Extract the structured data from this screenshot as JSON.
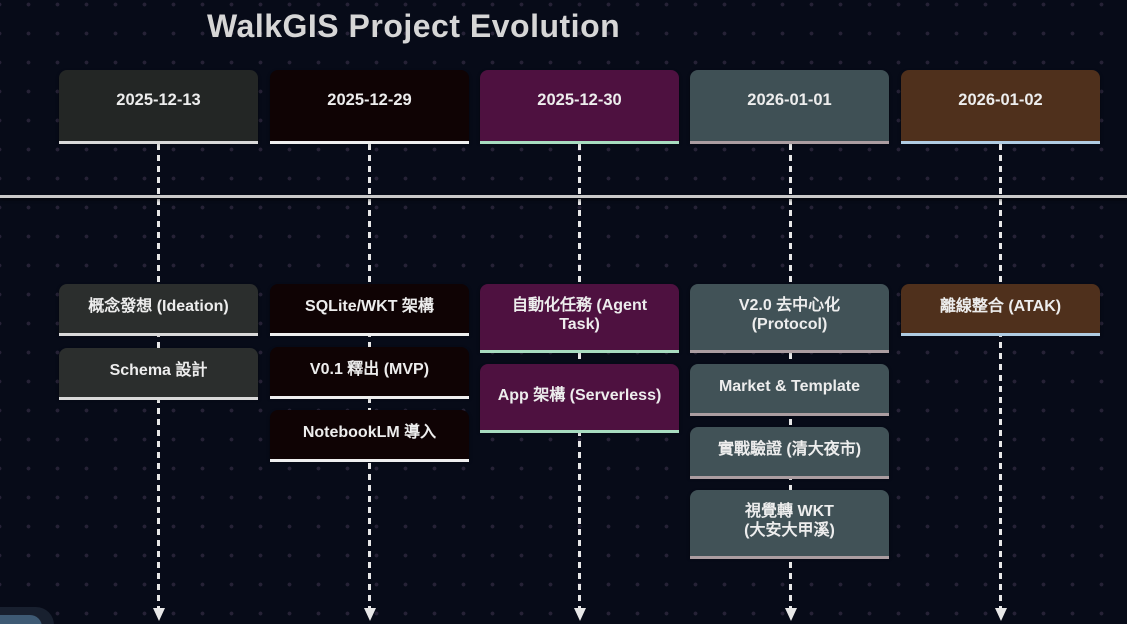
{
  "title": "WalkGIS Project Evolution",
  "palette": {
    "background": "#070b18",
    "dot_grid": "#262236",
    "axis_line": "#c9c9c9",
    "dashed_line": "#e8e8e8",
    "text": "#ededed"
  },
  "columns": [
    {
      "date": "2025-12-13",
      "header_color": "#232625",
      "task_color": "#2b2e2d",
      "accent": "#d9d9d9",
      "tasks": [
        {
          "label": "概念發想 (Ideation)"
        },
        {
          "label": "Schema 設計"
        }
      ]
    },
    {
      "date": "2025-12-29",
      "header_color": "#0f0304",
      "task_color": "#0f0304",
      "accent": "#efefef",
      "tasks": [
        {
          "label": "SQLite/WKT 架構"
        },
        {
          "label": "V0.1 釋出 (MVP)"
        },
        {
          "label": "NotebookLM 導入"
        }
      ]
    },
    {
      "date": "2025-12-30",
      "header_color": "#4e1140",
      "task_color": "#4e1140",
      "accent": "#a8dcc0",
      "tasks": [
        {
          "label": "自動化任務 (Agent Task)"
        },
        {
          "label": "App 架構 (Serverless)"
        }
      ]
    },
    {
      "date": "2026-01-01",
      "header_color": "#3f5055",
      "task_color": "#415257",
      "accent": "#ab9da1",
      "tasks": [
        {
          "label": "V2.0 去中心化 (Protocol)"
        },
        {
          "label": "Market & Template"
        },
        {
          "label": "實戰驗證 (清大夜市)"
        },
        {
          "label": "視覺轉 WKT (大安大甲溪)"
        }
      ]
    },
    {
      "date": "2026-01-02",
      "header_color": "#4f301c",
      "task_color": "#4f301c",
      "accent": "#b0cce2",
      "tasks": [
        {
          "label": "離線整合 (ATAK)"
        }
      ]
    }
  ]
}
